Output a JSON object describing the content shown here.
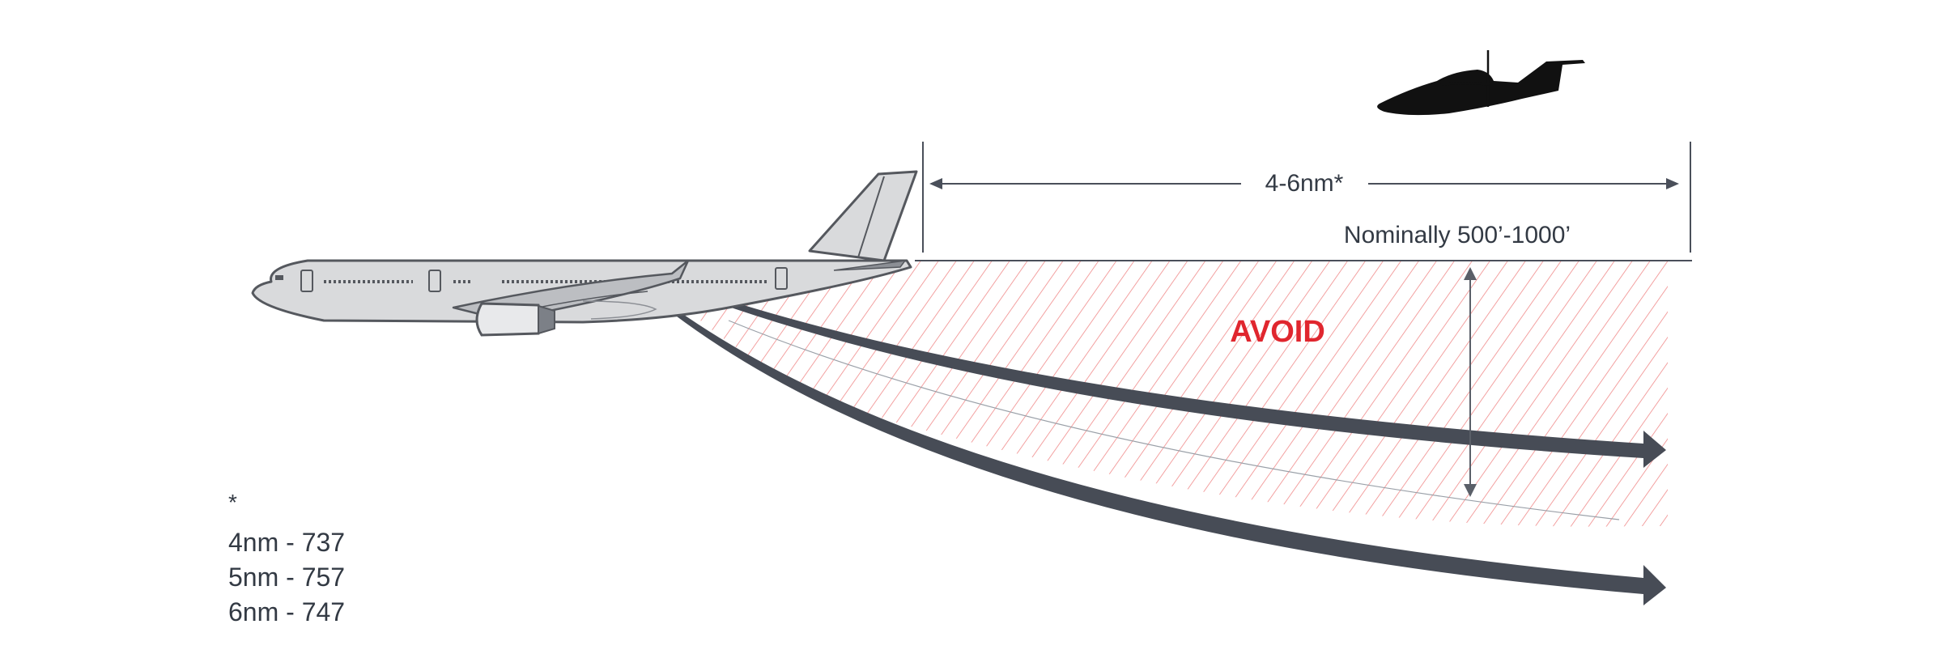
{
  "labels": {
    "distance": "4-6nm*",
    "altitude": "Nominally 500’-1000’",
    "avoid": "AVOID"
  },
  "footnote": {
    "marker": "*",
    "lines": [
      "4nm - 737",
      "5nm - 757",
      "6nm - 747"
    ]
  },
  "colors": {
    "stroke": "#4a4f5a",
    "avoid": "#e0262e",
    "hatch": "#f08a8a",
    "fuselage": "#d9dadc",
    "fuselage_stroke": "#55585e",
    "silhouette": "#111111",
    "arrow": "#474c56"
  },
  "icons": [
    "large-airliner-icon",
    "small-seaplane-icon"
  ]
}
